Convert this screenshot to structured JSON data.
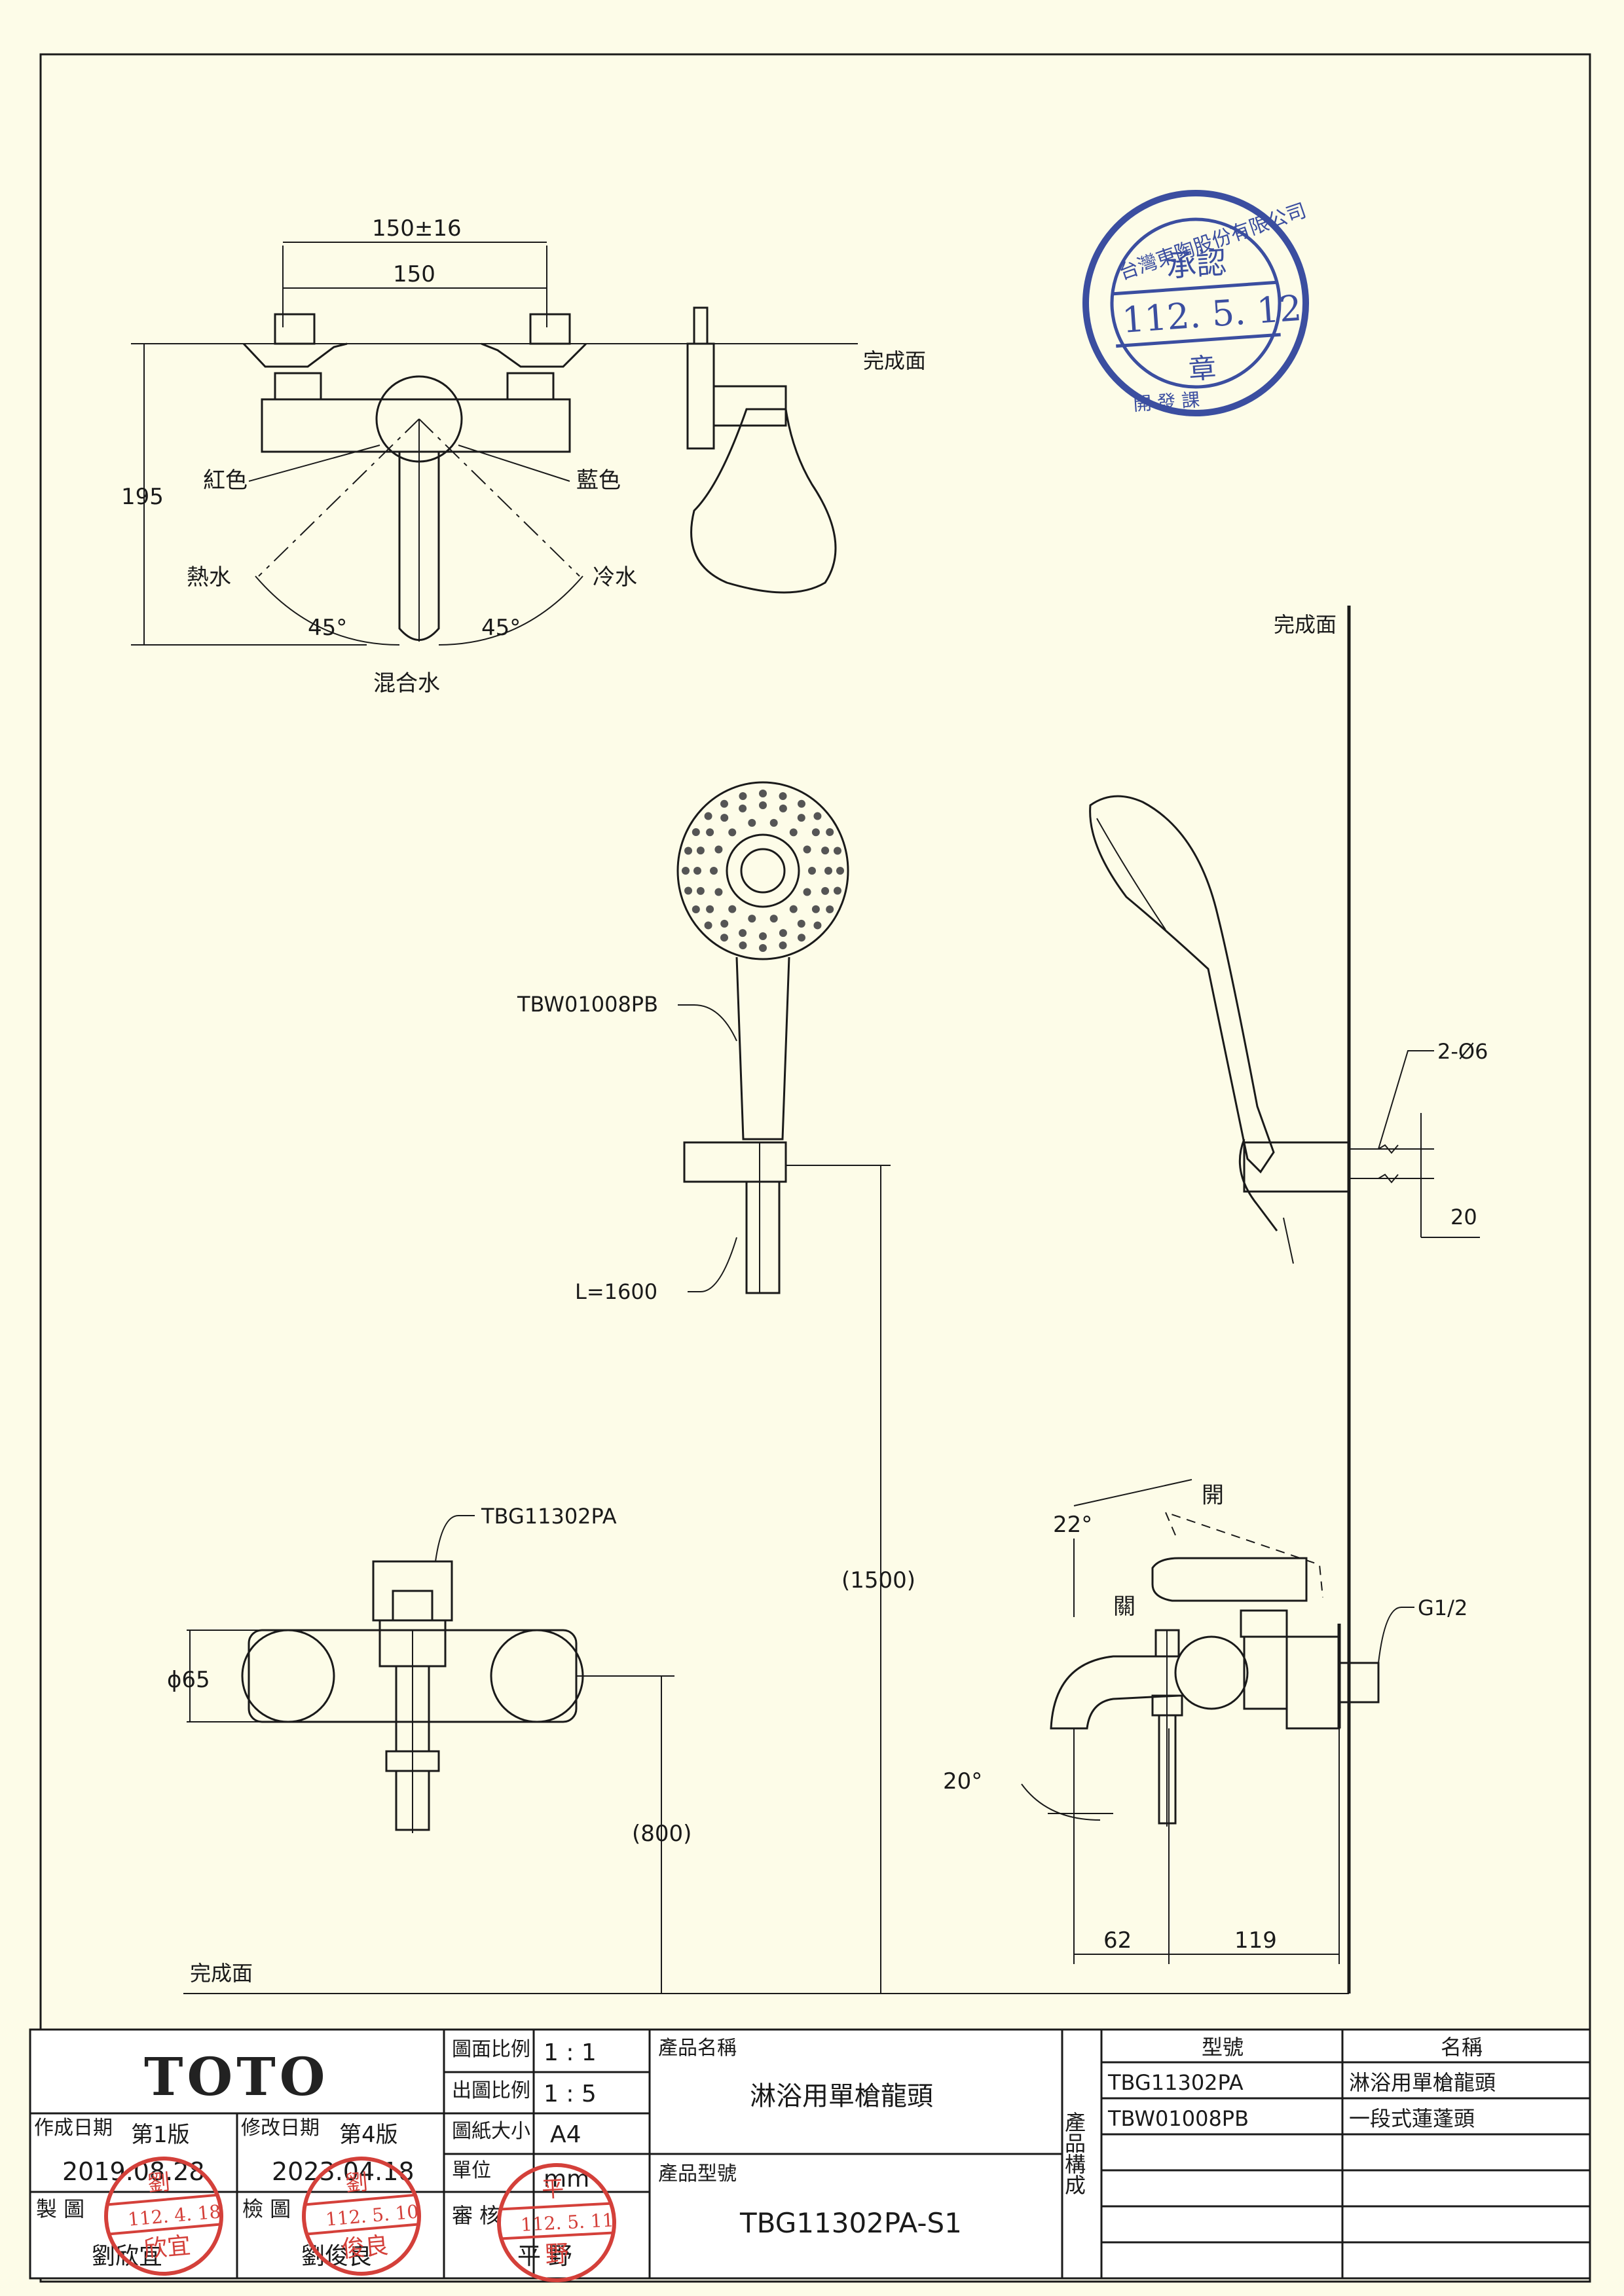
{
  "drawing": {
    "labels": {
      "finish_surface": "完成面",
      "dim_150_tol": "150±16",
      "dim_150": "150",
      "dim_195": "195",
      "red": "紅色",
      "blue": "藍色",
      "hot": "熱水",
      "cold": "冷水",
      "angle_45": "45°",
      "mixed": "混合水",
      "hand_shower_model": "TBW01008PB",
      "hose_length": "L=1600",
      "holes": "2-Ø6",
      "dim_20": "20",
      "dim_1500": "(1500)",
      "faucet_model": "TBG11302PA",
      "diameter_65": "ϕ65",
      "dim_800": "(800)",
      "open": "開",
      "close": "關",
      "angle_22": "22°",
      "angle_20": "20°",
      "thread": "G1/2",
      "dim_62": "62",
      "dim_119": "119"
    }
  },
  "approval_stamp": {
    "company": "台灣東陶股份有限公司",
    "title": "承認",
    "date": "112. 5. 12",
    "seal": "章",
    "dept": "開 發 課"
  },
  "title_block": {
    "brand": "TOTO",
    "scale_drawing_label": "圖面比例",
    "scale_drawing": "1 : 1",
    "scale_output_label": "出圖比例",
    "scale_output": "1 : 5",
    "paper_size_label": "圖紙大小",
    "paper_size": "A4",
    "unit_label": "單位",
    "unit": "mm",
    "product_name_label": "產品名稱",
    "product_name": "淋浴用單槍龍頭",
    "product_model_label": "產品型號",
    "product_model": "TBG11302PA-S1",
    "created_label": "作成日期",
    "created_version": "第1版",
    "created_date": "2019.08.28",
    "revised_label": "修改日期",
    "revised_version": "第4版",
    "revised_date": "2023.04.18",
    "drawn_label": "製 圖",
    "drawn_by": "劉欣宜",
    "checked_label": "檢 圖",
    "checked_by": "劉俊良",
    "approved_label": "審 核",
    "approved_by": "平 野",
    "composition_label": "產品構成",
    "composition_header_model": "型號",
    "composition_header_name": "名稱",
    "components": [
      {
        "model": "TBG11302PA",
        "name": "淋浴用單槍龍頭"
      },
      {
        "model": "TBW01008PB",
        "name": "一段式蓮蓬頭"
      }
    ],
    "stamps": {
      "drawn": {
        "top": "劉",
        "date": "112. 4. 18",
        "bottom": "欣宜"
      },
      "checked": {
        "top": "劉",
        "date": "112. 5. 10",
        "bottom": "俊良"
      },
      "approved": {
        "top": "平",
        "date": "112. 5. 11",
        "bottom": "野"
      }
    }
  }
}
